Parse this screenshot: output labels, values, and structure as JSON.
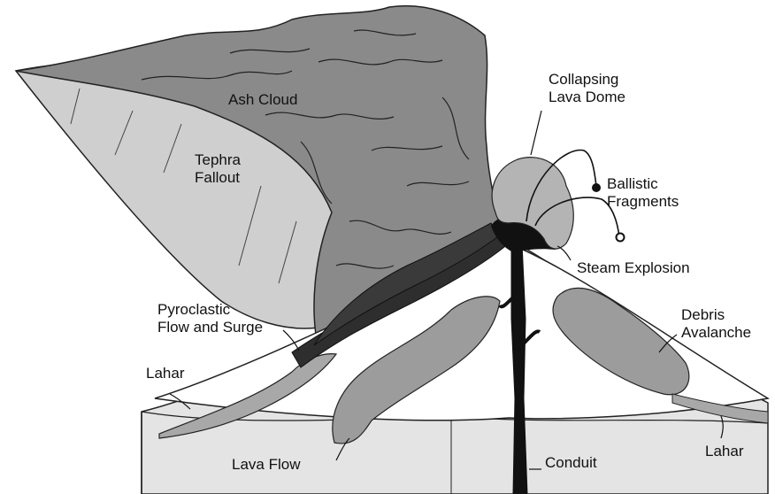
{
  "labels": {
    "ash_cloud": "Ash Cloud",
    "tephra": [
      "Tephra",
      "Fallout"
    ],
    "lava_dome": [
      "Collapsing",
      "Lava Dome"
    ],
    "ballistic": [
      "Ballistic",
      "Fragments"
    ],
    "steam": "Steam Explosion",
    "pyroclastic": [
      "Pyroclastic",
      "Flow and Surge"
    ],
    "debris": [
      "Debris",
      "Avalanche"
    ],
    "lahar_left": "Lahar",
    "lahar_right": "Lahar",
    "lava_flow": "Lava Flow",
    "conduit": "Conduit"
  },
  "colors": {
    "ash": "#8a8a8a",
    "ash_dark": "#6f6f6f",
    "tephra": "#cfcfcf",
    "dome": "#b4b4b4",
    "pyroclastic": "#2e2e2e",
    "ground": "#e4e4e4",
    "flow": "#9c9c9c",
    "ink": "#111111"
  }
}
